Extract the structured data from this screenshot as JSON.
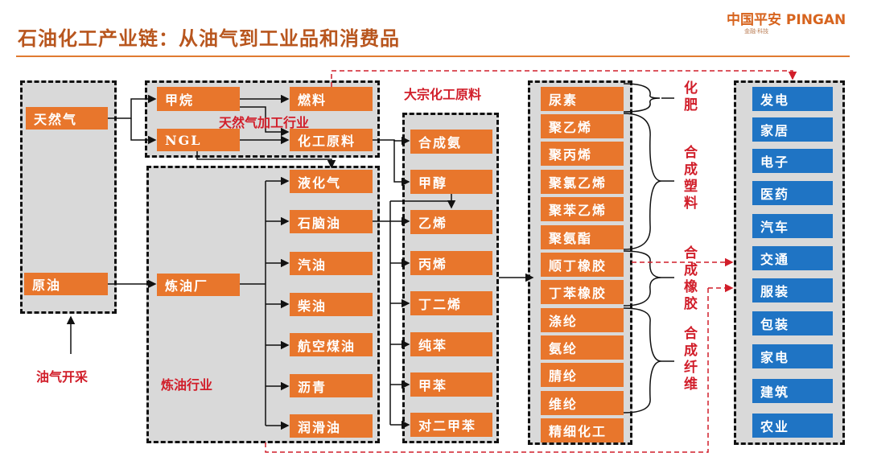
{
  "title": "石油化工产业链：从油气到工业品和消费品",
  "logo": {
    "name": "中国平安 PINGAN",
    "tagline": "金融·科技"
  },
  "upstream": {
    "label": "油气开采",
    "items": [
      "天然气",
      "原油"
    ]
  },
  "gas_processing": {
    "label": "天然气加工行业",
    "items": [
      "甲烷",
      "NGL",
      "燃料",
      "化工原料"
    ]
  },
  "refining": {
    "label": "炼油行业",
    "refinery": "炼油厂",
    "products": [
      "液化气",
      "石脑油",
      "汽油",
      "柴油",
      "航空煤油",
      "沥青",
      "润滑油"
    ]
  },
  "bulk_chemicals": {
    "label": "大宗化工原料",
    "items": [
      "合成氨",
      "甲醇",
      "乙烯",
      "丙烯",
      "丁二烯",
      "纯苯",
      "甲苯",
      "对二甲苯"
    ]
  },
  "materials": {
    "items": [
      "尿素",
      "聚乙烯",
      "聚丙烯",
      "聚氯乙烯",
      "聚苯乙烯",
      "聚氨酯",
      "顺丁橡胶",
      "丁苯橡胶",
      "涤纶",
      "氨纶",
      "腈纶",
      "维纶",
      "精细化工"
    ]
  },
  "categories": [
    "化肥",
    "合成塑料",
    "合成橡胶",
    "合成纤维"
  ],
  "end_uses": [
    "发电",
    "家居",
    "电子",
    "医药",
    "汽车",
    "交通",
    "服装",
    "包装",
    "家电",
    "建筑",
    "农业"
  ],
  "colors": {
    "item": "#e8762c",
    "end_use": "#1f74c4",
    "label": "#d11e2a",
    "title": "#b8561e"
  }
}
